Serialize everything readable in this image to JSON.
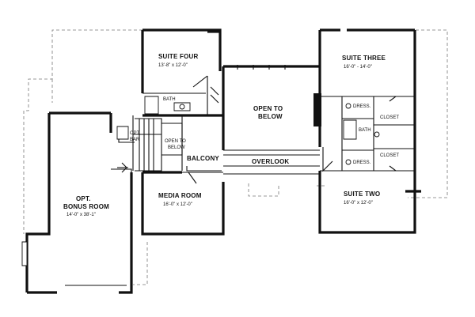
{
  "plan": {
    "rooms": {
      "suite_four": {
        "name": "SUITE FOUR",
        "dims": "13'-8\" x 12'-0\""
      },
      "suite_three": {
        "name": "SUITE THREE",
        "dims": "16'-0\" - 14'-0\""
      },
      "open_to_below": {
        "line1": "OPEN TO",
        "line2": "BELOW"
      },
      "stair_open": {
        "line1": "OPEN TO",
        "line2": "BELOW"
      },
      "bath_four": "BATH",
      "bath_three": "BATH",
      "opt_bar": {
        "line1": "OPT.",
        "line2": "BAR"
      },
      "balcony": "BALCONY",
      "overlook": "OVERLOOK",
      "dress_top": "DRESS.",
      "dress_bottom": "DRESS.",
      "closet_top": "CLOSET",
      "closet_bottom": "CLOSET",
      "bonus": {
        "line1": "OPT.",
        "line2": "BONUS ROOM",
        "dims": "14'-0\" x 38'-1\""
      },
      "media": {
        "name": "MEDIA ROOM",
        "dims": "16'-0\" x 12'-0\""
      },
      "suite_two": {
        "name": "SUITE TWO",
        "dims": "16'-0\" x 12'-0\""
      }
    }
  }
}
